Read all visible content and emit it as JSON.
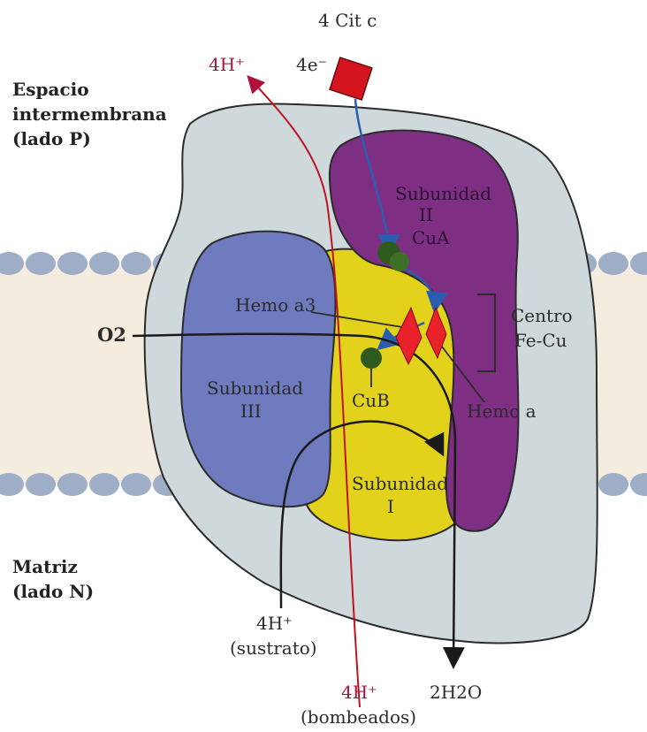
{
  "cyt_c_label": "4 Cit c",
  "electrons_label": "4e⁻",
  "protons_pumped_top": "4H⁺",
  "side_p": [
    "Espacio",
    "intermembrana",
    "(lado P)"
  ],
  "side_n": [
    "Matriz",
    "(lado N)"
  ],
  "subunit_ii": [
    "Subunidad",
    "II",
    "CuA"
  ],
  "subunit_iii": [
    "Subunidad",
    "III"
  ],
  "subunit_i": [
    "Subunidad",
    "I"
  ],
  "heme_a3": "Hemo a3",
  "heme_a": "Hemo a",
  "cu_b": "CuB",
  "o2": "O2",
  "center": [
    "Centro",
    "Fe-Cu"
  ],
  "protons_substrate": [
    "4H⁺",
    "(sustrato)"
  ],
  "protons_pumped_bottom": [
    "4H⁺",
    "(bombeados)"
  ],
  "water": "2H2O",
  "colors": {
    "subunit_ii": "#7e2f83",
    "subunit_iii": "#6f7bbf",
    "subunit_i": "#e3d21c",
    "complex": "#cfd9dc",
    "heme": "#e8212b",
    "copper": "#2f5a1e",
    "proton_path": "#c1121f",
    "electron_path": "#2a5db0",
    "cytc_square": "#d4151f"
  }
}
